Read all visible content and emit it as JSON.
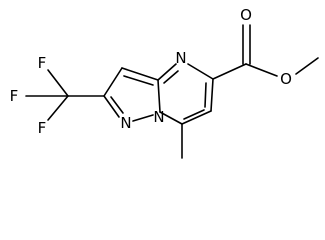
{
  "molecule": {
    "atoms": {
      "n_ring_top": "N",
      "n_bridge": "N",
      "n_pyrazole": "N",
      "o_carbonyl": "O",
      "o_ester": "O",
      "f_top": "F",
      "f_left": "F",
      "f_bottom": "F"
    }
  }
}
